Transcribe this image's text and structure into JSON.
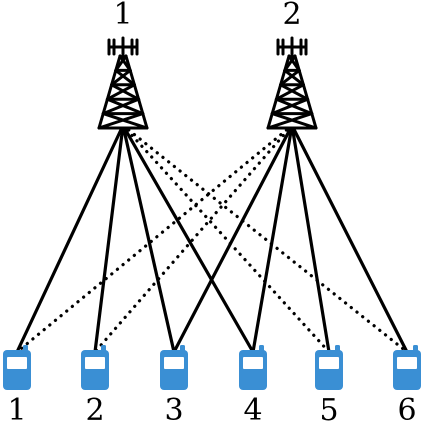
{
  "towers": [
    {
      "id": "1",
      "label": "1"
    },
    {
      "id": "2",
      "label": "2"
    }
  ],
  "devices": [
    {
      "id": "1",
      "label": "1"
    },
    {
      "id": "2",
      "label": "2"
    },
    {
      "id": "3",
      "label": "3"
    },
    {
      "id": "4",
      "label": "4"
    },
    {
      "id": "5",
      "label": "5"
    },
    {
      "id": "6",
      "label": "6"
    }
  ],
  "links": [
    {
      "tower": "1",
      "device": "1",
      "style": "solid"
    },
    {
      "tower": "1",
      "device": "2",
      "style": "solid"
    },
    {
      "tower": "1",
      "device": "3",
      "style": "solid"
    },
    {
      "tower": "1",
      "device": "4",
      "style": "solid"
    },
    {
      "tower": "1",
      "device": "5",
      "style": "dotted"
    },
    {
      "tower": "1",
      "device": "6",
      "style": "dotted"
    },
    {
      "tower": "2",
      "device": "1",
      "style": "dotted"
    },
    {
      "tower": "2",
      "device": "2",
      "style": "dotted"
    },
    {
      "tower": "2",
      "device": "3",
      "style": "solid"
    },
    {
      "tower": "2",
      "device": "4",
      "style": "solid"
    },
    {
      "tower": "2",
      "device": "5",
      "style": "solid"
    },
    {
      "tower": "2",
      "device": "6",
      "style": "solid"
    }
  ],
  "colors": {
    "device": "#3a8fd4",
    "line": "#000000"
  }
}
